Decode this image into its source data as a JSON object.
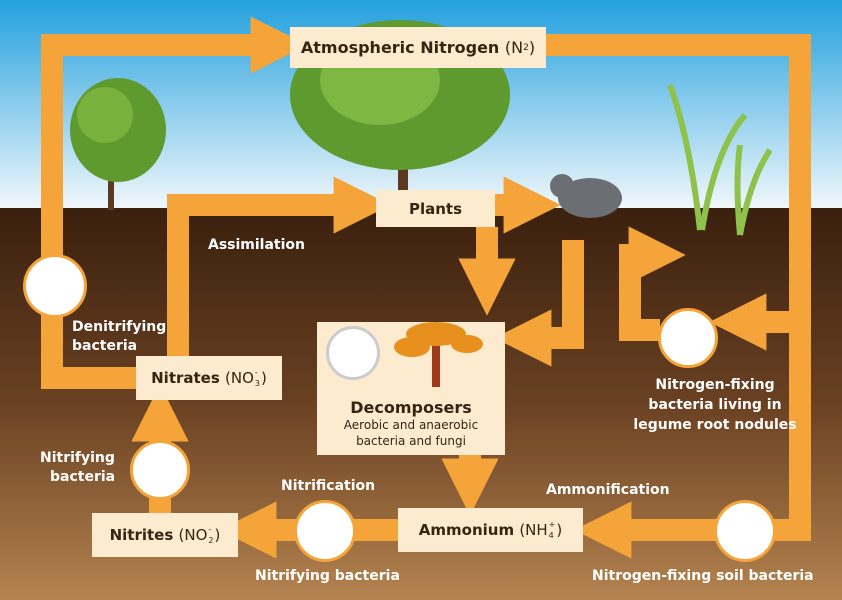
{
  "title": "Nitrogen Cycle",
  "nodes": {
    "atmospheric": {
      "name": "Atmospheric Nitrogen",
      "formula": "(N",
      "sub": "2",
      "close": ")"
    },
    "plants": "Plants",
    "nitrates": {
      "name": "Nitrates",
      "formula": "(NO",
      "sup": "-",
      "sub": "3",
      "close": ")"
    },
    "nitrites": {
      "name": "Nitrites",
      "formula": "(NO",
      "sup": "-",
      "sub": "2",
      "close": ")"
    },
    "ammonium": {
      "name": "Ammonium",
      "formula": "(NH",
      "sup": "+",
      "sub": "4",
      "close": ")"
    },
    "decomposers": {
      "name": "Decomposers",
      "desc1": "Aerobic and anaerobic",
      "desc2": "bacteria and fungi"
    }
  },
  "labels": {
    "assimilation": "Assimilation",
    "denitrifying1": "Denitrifying",
    "denitrifying2": "bacteria",
    "nitrifying_left1": "Nitrifying",
    "nitrifying_left2": "bacteria",
    "nitrification": "Nitrification",
    "nitrifying_bottom": "Nitrifying bacteria",
    "ammonification": "Ammonification",
    "legume1": "Nitrogen-fixing",
    "legume2": "bacteria living in",
    "legume3": "legume root nodules",
    "soil_bacteria": "Nitrogen-fixing soil bacteria"
  },
  "colors": {
    "arrow": "#f5a43a",
    "box": "#fdebd0",
    "sky": "#2aa6e0",
    "soil": "#3d2210"
  }
}
